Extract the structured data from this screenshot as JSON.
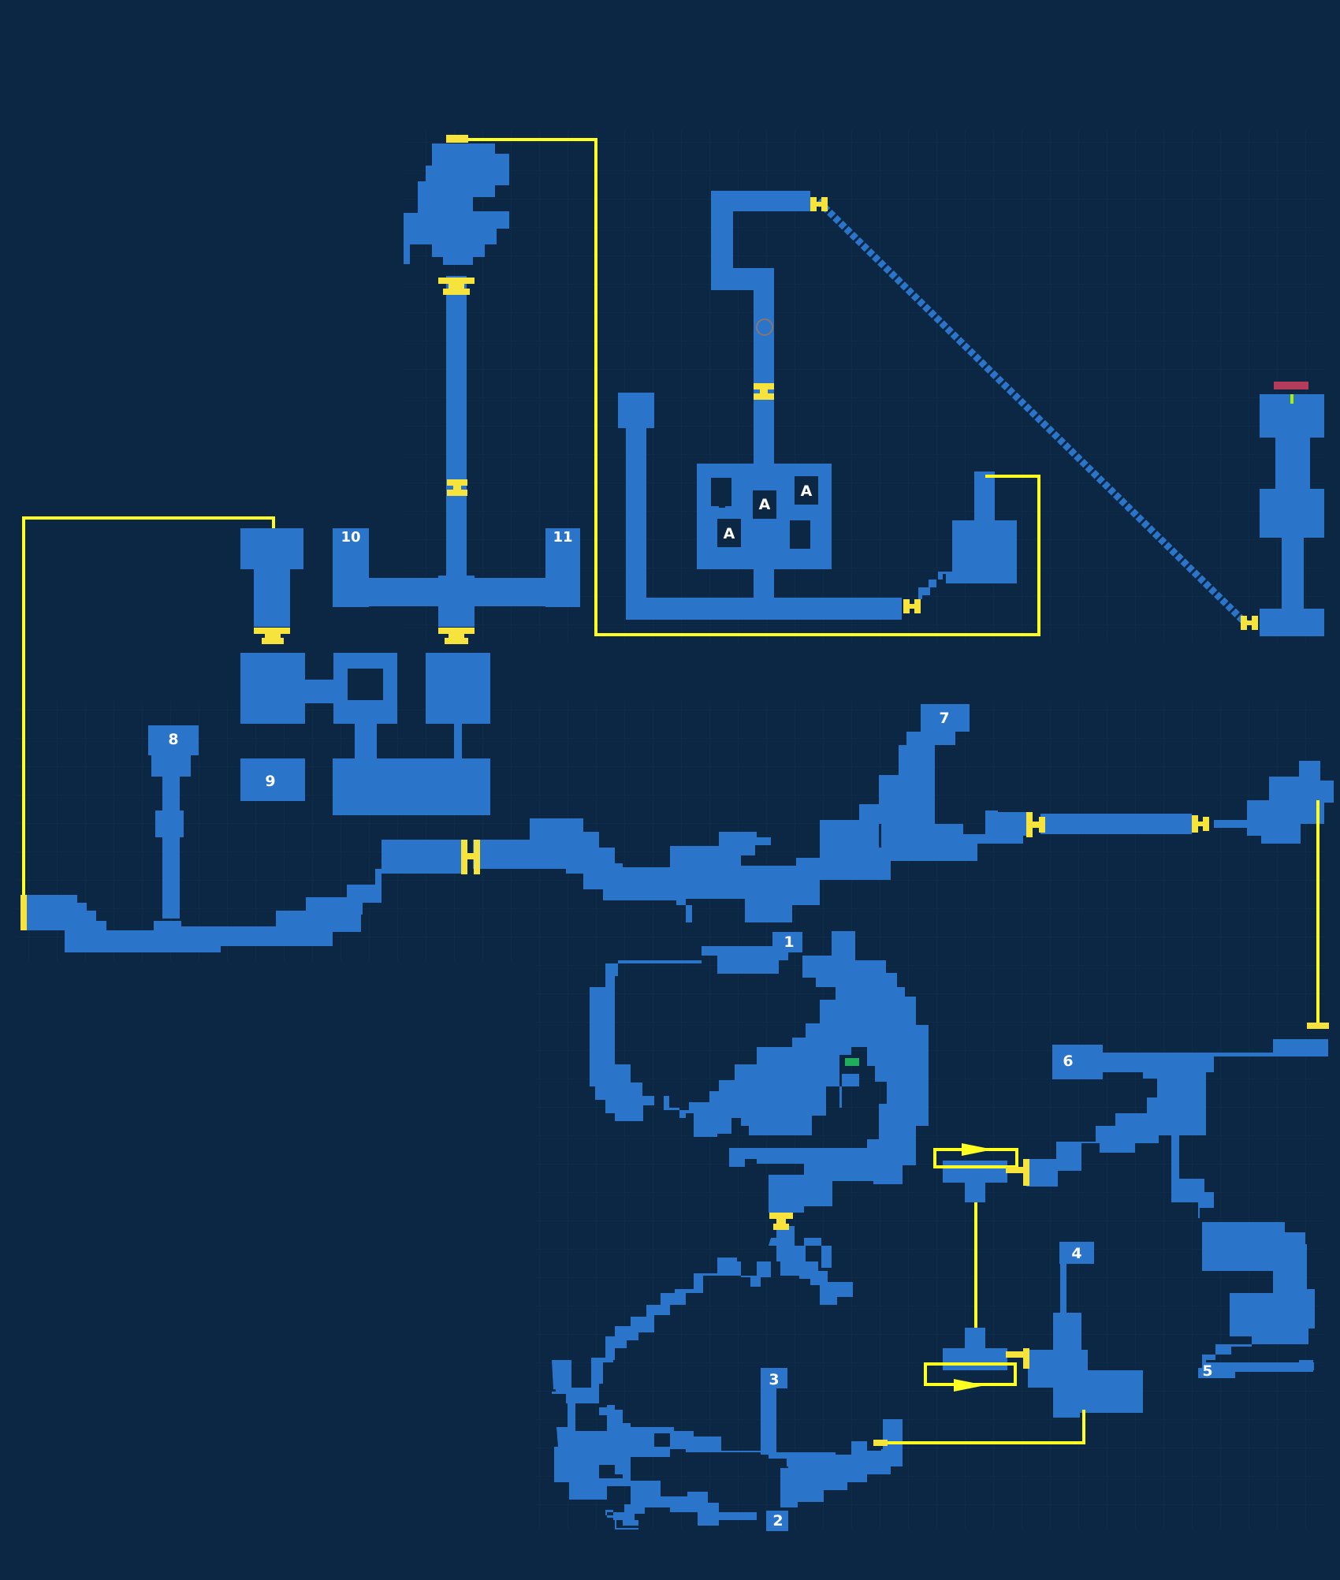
{
  "colors": {
    "background": "#0b2744",
    "grid": "#12314f",
    "room": "#2a74c9",
    "path": "#ffff22",
    "door": "#f6e33b",
    "label_text": "#ffffff",
    "save_point": "#1fae5b",
    "boss_marker": "#b43c5a"
  },
  "icons": {
    "door": "door-icon",
    "save": "save-station-icon",
    "boss": "boss-door-icon"
  },
  "labels": {
    "l1": "1",
    "l2": "2",
    "l3": "3",
    "l4": "4",
    "l5": "5",
    "l6": "6",
    "l7": "7",
    "l8": "8",
    "l9": "9",
    "l10": "10",
    "l11": "11",
    "a1": "A",
    "a2": "A",
    "a3": "A"
  }
}
